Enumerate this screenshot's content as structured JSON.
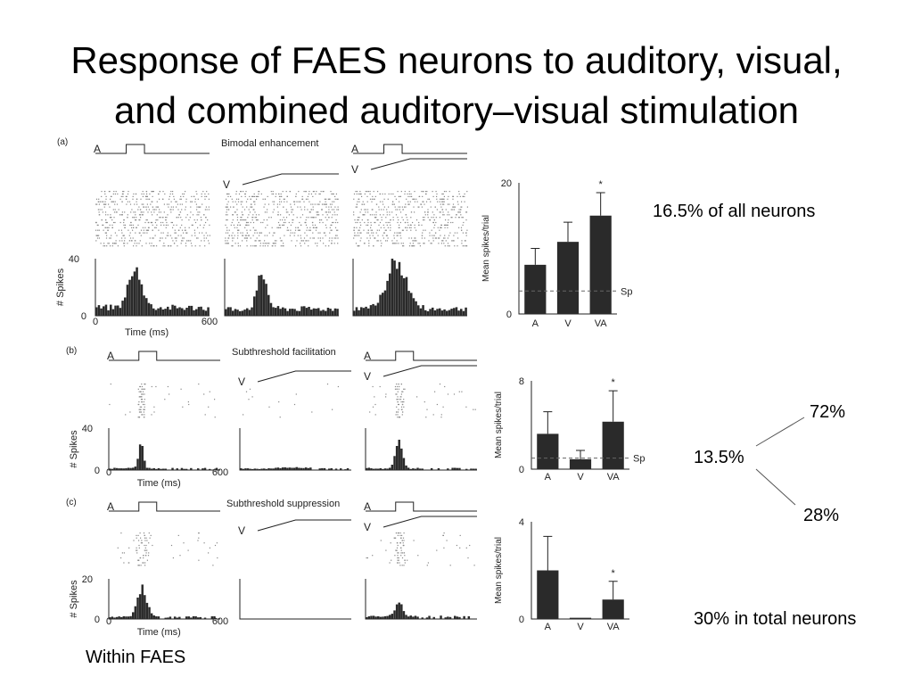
{
  "slide": {
    "title_line1": "Response of FAES neurons to auditory, visual,",
    "title_line2": "and combined auditory–visual stimulation",
    "note_neurons": "16.5% of all neurons",
    "tree_root": "13.5%",
    "tree_up": "72%",
    "tree_down": "28%",
    "total_note": "30% in total neurons",
    "within": "Within FAES"
  },
  "figure": {
    "colors": {
      "ink": "#222222",
      "bar": "#2a2a2a",
      "raster": "#888888",
      "bg": "#ffffff"
    },
    "panels": [
      {
        "letter": "(a)",
        "heading": "Bimodal enhancement",
        "stim_labels": [
          "A",
          "V",
          "A",
          "V"
        ],
        "psth": {
          "ylabel": "# Spikes",
          "ymax_label": "40",
          "ymin_label": "0",
          "ymax": 40
        },
        "time_axis": {
          "label": "Time (ms)",
          "start": "0",
          "end": "600"
        }
      },
      {
        "letter": "(b)",
        "heading": "Subthreshold facilitation",
        "stim_labels": [
          "A",
          "V",
          "A",
          "V"
        ],
        "psth": {
          "ylabel": "# Spikes",
          "ymax_label": "40",
          "ymin_label": "0",
          "ymax": 40
        },
        "time_axis": {
          "label": "Time (ms)",
          "start": "0",
          "end": "600"
        }
      },
      {
        "letter": "(c)",
        "heading": "Subthreshold suppression",
        "stim_labels": [
          "A",
          "V",
          "A",
          "V"
        ],
        "psth": {
          "ylabel": "# Spikes",
          "ymax_label": "20",
          "ymin_label": "0",
          "ymax": 20
        },
        "time_axis": {
          "label": "Time (ms)",
          "start": "0",
          "end": "600"
        }
      }
    ]
  },
  "chart_data": [
    {
      "type": "bar",
      "categories": [
        "A",
        "V",
        "VA"
      ],
      "values": [
        7.5,
        11,
        15
      ],
      "errors": [
        2.5,
        3,
        3.5
      ],
      "ylabel": "Mean spikes/trial",
      "ylim": [
        0,
        20
      ],
      "yticks": [
        "0",
        "20"
      ],
      "spont_level": 3.5,
      "spont_label": "Sp",
      "significance": [
        "",
        "",
        "*"
      ]
    },
    {
      "type": "bar",
      "categories": [
        "A",
        "V",
        "VA"
      ],
      "values": [
        3.2,
        0.9,
        4.3
      ],
      "errors": [
        2.0,
        0.8,
        2.8
      ],
      "ylabel": "Mean spikes/trial",
      "ylim": [
        0,
        8
      ],
      "yticks": [
        "0",
        "8"
      ],
      "spont_level": 1.0,
      "spont_label": "Sp",
      "significance": [
        "",
        "",
        "*"
      ]
    },
    {
      "type": "bar",
      "categories": [
        "A",
        "V",
        "VA"
      ],
      "values": [
        2.0,
        0.05,
        0.8
      ],
      "errors": [
        1.4,
        0,
        0.75
      ],
      "ylabel": "Mean spikes/trial",
      "ylim": [
        0,
        4
      ],
      "yticks": [
        "0",
        "4"
      ],
      "spont_level": null,
      "spont_label": "",
      "significance": [
        "",
        "",
        "*"
      ]
    }
  ]
}
